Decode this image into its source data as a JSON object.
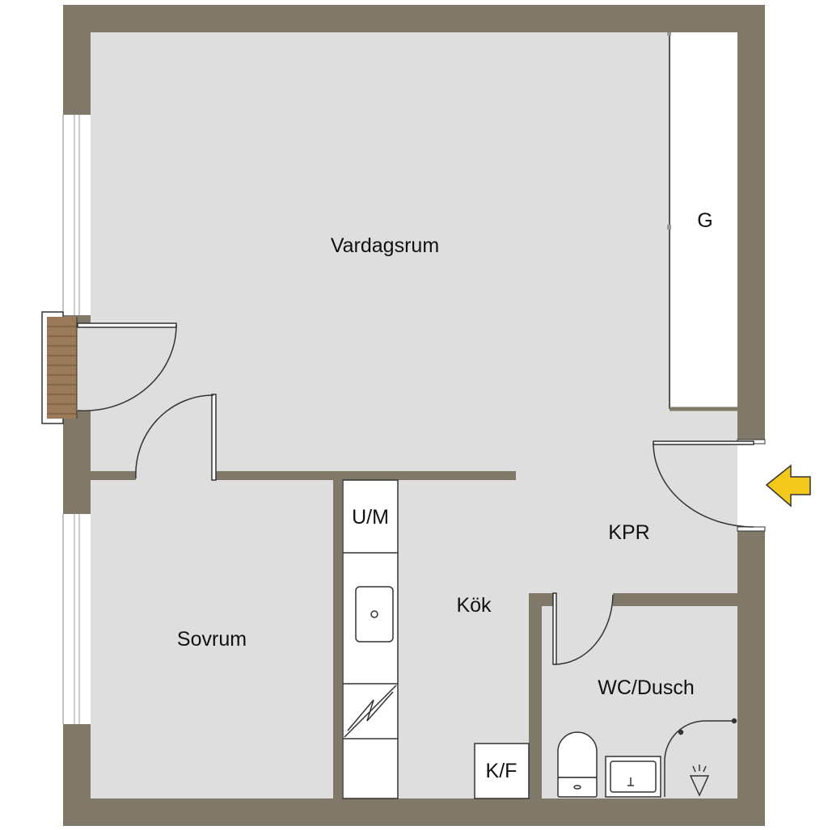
{
  "colors": {
    "wall": "#80796a",
    "floor": "#dedede",
    "fixture_fill": "#ffffff",
    "line": "#333333",
    "entrance_arrow": "#f2c81b",
    "balcony_wood": "#9a7a58"
  },
  "rooms": {
    "vardagsrum": "Vardagsrum",
    "sovrum": "Sovrum",
    "kok": "Kök",
    "kpr": "KPR",
    "wc_dusch": "WC/Dusch",
    "garderob": "G"
  },
  "fixtures": {
    "washer_dryer": "U/M",
    "fridge_freezer": "K/F"
  },
  "icons": {
    "entrance": "entrance-arrow-icon",
    "stove": "stove-icon",
    "sink": "kitchen-sink-icon",
    "toilet": "toilet-icon",
    "washbasin": "washbasin-icon",
    "shower": "shower-icon"
  }
}
